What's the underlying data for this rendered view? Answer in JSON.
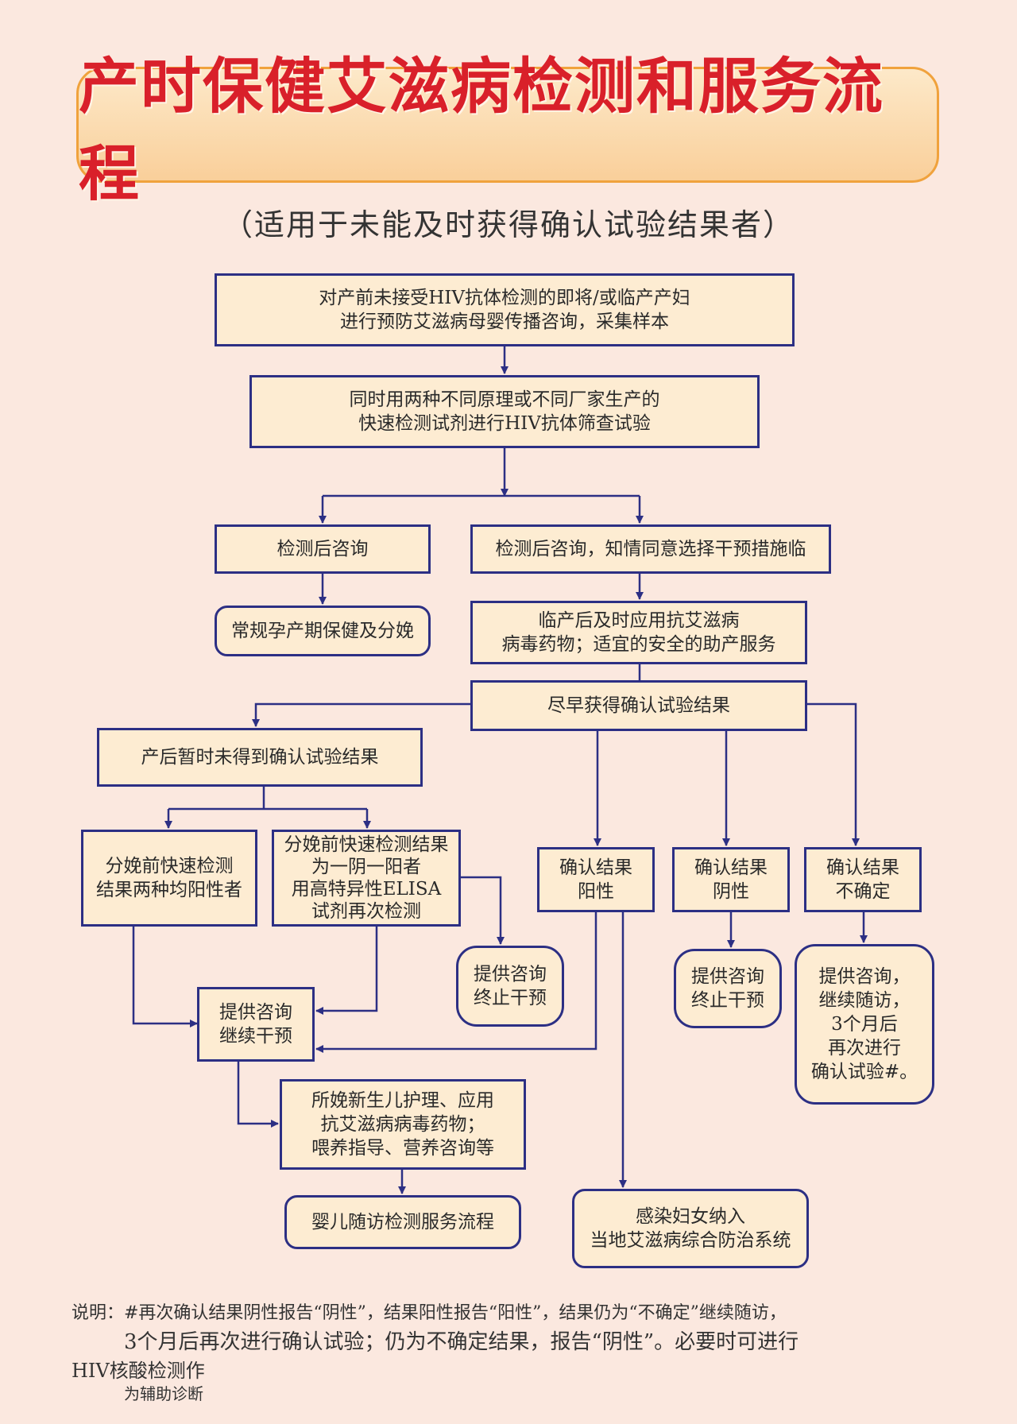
{
  "title": "产时保健艾滋病检测和服务流程",
  "subtitle": "（适用于未能及时获得确认试验结果者）",
  "boxes": {
    "counsel_sample": "对产前未接受HIV抗体检测的即将/或临产产妇\n进行预防艾滋病母婴传播咨询，采集样本",
    "rapid_screen": "同时用两种不同原理或不同厂家生产的\n快速检测试剂进行HIV抗体筛查试验",
    "post_counsel": "检测后咨询",
    "post_counsel_consent": "检测后咨询，知情同意选择干预措施临",
    "routine_care": "常规孕产期保健及分娩",
    "antiviral_delivery": "临产后及时应用抗艾滋病\n病毒药物；适宜的安全的助产服务",
    "get_confirm": "尽早获得确认试验结果",
    "no_confirm_postpartum": "产后暂时未得到确认试验结果",
    "both_positive": "分娩前快速检测\n结果两种均阳性者",
    "one_neg_one_pos": "分娩前快速检测结果\n为一阴一阳者\n用高特异性ELISA\n试剂再次检测",
    "confirm_positive": "确认结果\n阳性",
    "confirm_negative": "确认结果\n阴性",
    "confirm_indeterminate": "确认结果\n不确定",
    "stop_intervention_a": "提供咨询\n终止干预",
    "stop_intervention_b": "提供咨询\n终止干预",
    "continue_intervention": "提供咨询\n继续干预",
    "followup_retest": "提供咨询，\n继续随访，\n3个月后\n再次进行\n确认试验#。",
    "newborn_care": "所娩新生儿护理、应用\n抗艾滋病病毒药物；\n喂养指导、营养咨询等",
    "infant_followup": "婴儿随访检测服务流程",
    "infected_women": "感染妇女纳入\n当地艾滋病综合防治系统"
  },
  "notes": {
    "line1": "说明：#再次确认结果阴性报告“阴性”，结果阳性报告“阳性”，结果仍为“不确定”继续随访，",
    "line2": "3个月后再次进行确认试验；仍为不确定结果，报告“阴性”。必要时可进行",
    "line3": "HIV核酸检测作",
    "line4": "为辅助诊断"
  },
  "colors": {
    "background": "#fbe8df",
    "box_border": "#2c2f84",
    "box_fill": "#fdecd2",
    "title_red": "#d9202a",
    "banner_border": "#f0a23c"
  }
}
